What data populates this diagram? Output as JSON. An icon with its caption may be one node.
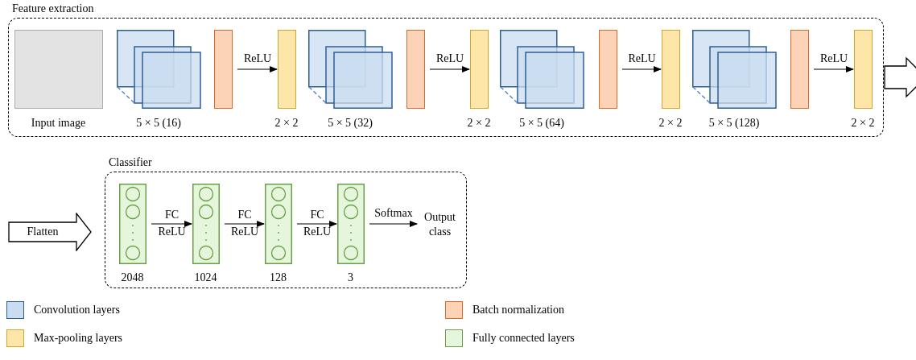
{
  "diagram": {
    "nodes": [
      {
        "text": [
          "Feature extraction"
        ]
      },
      {
        "text": [
          "Input image"
        ],
        "in": 0
      },
      {
        "text": [
          "5 × 5 (16)"
        ],
        "in": 0
      },
      {
        "text": [],
        "shape": "box",
        "in": 0
      },
      {
        "text": [
          "2 × 2"
        ],
        "in": 0
      },
      {
        "text": [
          "5 × 5 (32)"
        ],
        "in": 0
      },
      {
        "text": [],
        "shape": "box",
        "in": 0
      },
      {
        "text": [
          "2 × 2"
        ],
        "in": 0
      },
      {
        "text": [
          "5 × 5 (64)"
        ],
        "in": 0
      },
      {
        "text": [],
        "shape": "box",
        "in": 0
      },
      {
        "text": [
          "2 × 2"
        ],
        "in": 0
      },
      {
        "text": [
          "5 × 5 (128)"
        ],
        "in": 0
      },
      {
        "text": [],
        "shape": "box",
        "in": 0
      },
      {
        "text": [
          "2 × 2"
        ],
        "in": 0
      },
      {
        "text": [
          "Flatten"
        ]
      },
      {
        "text": [
          "Classifier"
        ]
      },
      {
        "text": [
          "2048"
        ],
        "in": 15
      },
      {
        "text": [
          "1024"
        ],
        "in": 15
      },
      {
        "text": [
          "128"
        ],
        "in": 15
      },
      {
        "text": [
          "3"
        ],
        "in": 15
      },
      {
        "text": [
          "Output class"
        ],
        "in": 15
      }
    ],
    "edges": [
      {
        "from": 3,
        "to": 4,
        "arrow": "to",
        "label": "ReLU"
      },
      {
        "from": 6,
        "to": 7,
        "arrow": "to",
        "label": "ReLU"
      },
      {
        "from": 9,
        "to": 10,
        "arrow": "to",
        "label": "ReLU"
      },
      {
        "from": 12,
        "to": 13,
        "arrow": "to",
        "label": "ReLU"
      },
      {
        "from": 0,
        "to": null,
        "arrow": "to"
      },
      {
        "from": 16,
        "to": 17,
        "arrow": "to",
        "label": "FC ReLU"
      },
      {
        "from": 17,
        "to": 18,
        "arrow": "to",
        "label": "FC ReLU"
      },
      {
        "from": 18,
        "to": 19,
        "arrow": "to",
        "label": "FC ReLU"
      },
      {
        "from": 19,
        "to": 20,
        "arrow": "to",
        "label": "Softmax"
      }
    ],
    "legend": [
      {
        "text": "Convolution layers",
        "color": "#c9dcf0"
      },
      {
        "text": "Batch normalization",
        "color": "#fdd3b8"
      },
      {
        "text": "Max-pooling layers",
        "color": "#fde6a8"
      },
      {
        "text": "Fully connected layers",
        "color": "#e6f6dd"
      }
    ]
  }
}
